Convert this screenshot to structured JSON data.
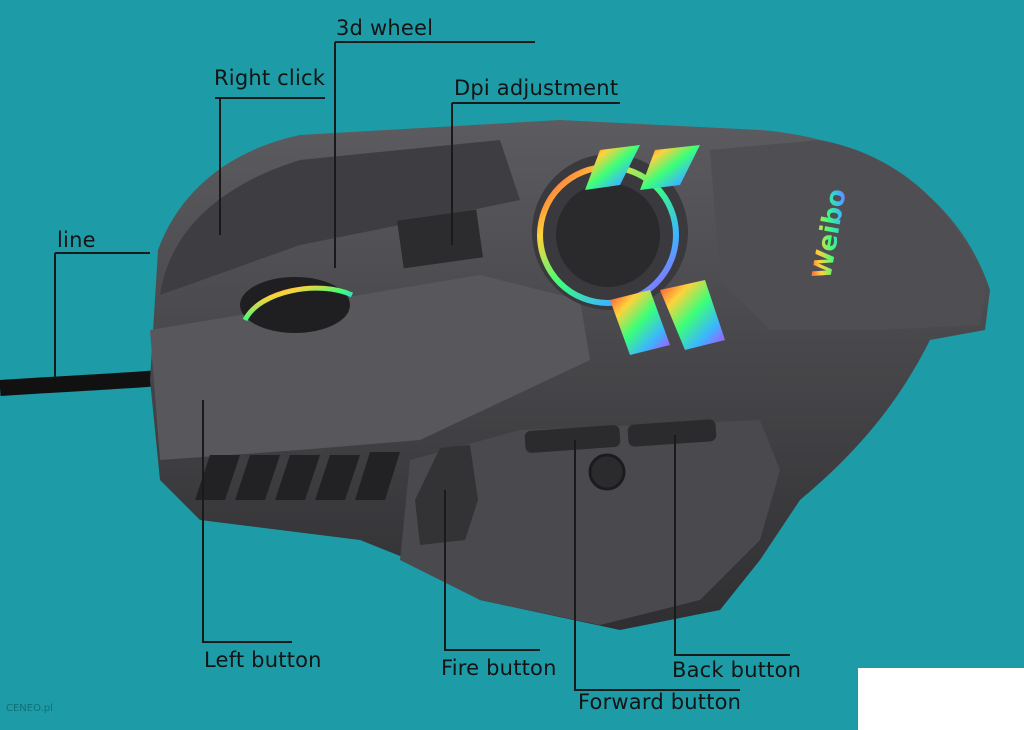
{
  "labels": {
    "wheel": "3d wheel",
    "right_click": "Right click",
    "dpi": "Dpi adjustment",
    "line": "line",
    "left_button": "Left button",
    "fire_button": "Fire button",
    "back_button": "Back button",
    "forward_button": "Forward button"
  },
  "logo_text": "Weibo",
  "watermark": "CENEO.pl",
  "colors": {
    "background": "#1d9ba6",
    "mouse_body": "#4b4b4e",
    "leader_line": "#1a1a1a"
  }
}
